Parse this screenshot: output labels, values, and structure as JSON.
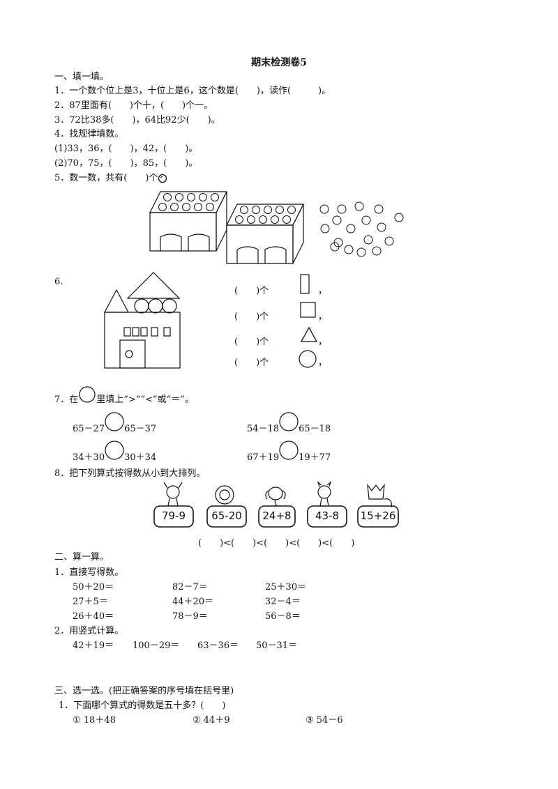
{
  "title": "期末检测卷5",
  "section1": {
    "heading": "一、填一填。",
    "q1": "1．一个数个位上是3，十位上是6，这个数是(　　)，读作(　　　)。",
    "q2": "2．87里面有(　　)个十，(　　)个一。",
    "q3": "3．72比38多(　　)，64比92少(　　)。",
    "q4": "4．找规律填数。",
    "q4a": "(1)33，36，(　　)，42，(　　)。",
    "q4b": "(2)70，75，(　　)，85，(　　)。",
    "q5": "5．数一数，共有(　　)个",
    "q6": "6.",
    "q6_rows": [
      "(　　)个",
      "(　　)个",
      "(　　)个",
      "(　　)个"
    ],
    "q6_comma": "，",
    "q7_prefix": "7．在",
    "q7_suffix": "里填上“>”“<”或“＝”。",
    "q7_items": [
      {
        "left": "65－27",
        "right": "65－37"
      },
      {
        "left": "54－18",
        "right": "65－18"
      },
      {
        "left": "34＋30",
        "right": "30＋34"
      },
      {
        "left": "67＋19",
        "right": "19＋77"
      }
    ],
    "q8": "8．把下列算式按得数从小到大排列。",
    "q8_cards": [
      "79-9",
      "65-20",
      "24+8",
      "43-8",
      "15+26"
    ],
    "q8_order": "(　　)<(　　)<(　　)<(　　)<(　　)"
  },
  "section2": {
    "heading": "二、算一算。",
    "q1": "1．直接写得数。",
    "q1_items": [
      [
        "50＋20＝",
        "82－7＝",
        "25＋30＝"
      ],
      [
        "27＋5＝",
        "44＋20＝",
        "32－4＝"
      ],
      [
        "26＋40＝",
        "78－9＝",
        "56－8＝"
      ]
    ],
    "q2": "2．用竖式计算。",
    "q2_items": [
      "42＋19＝",
      "100－29＝",
      "63－36＝",
      "50－31＝"
    ]
  },
  "section3": {
    "heading": "三、选一选。(把正确答案的序号填在括号里)",
    "q1": "1．下面哪个算式的得数是五十多？(　　)",
    "options": [
      "①  18＋48",
      "②  44＋9",
      "③  54－6"
    ]
  }
}
